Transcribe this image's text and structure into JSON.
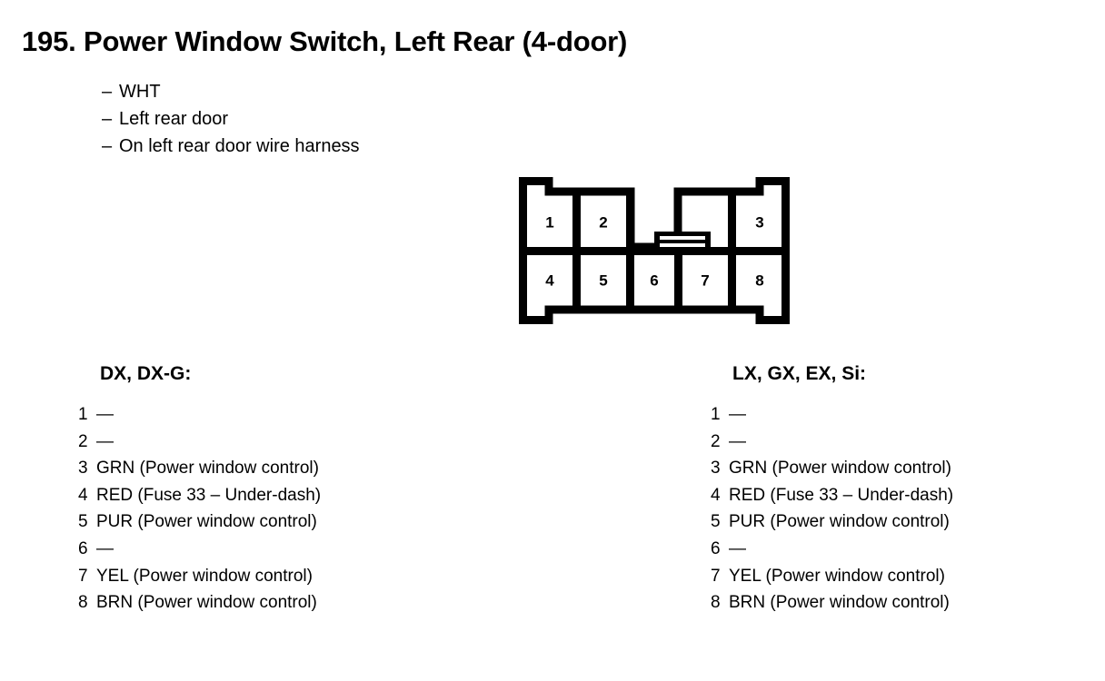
{
  "title": {
    "number": "195.",
    "text": "Power Window Switch, Left Rear (4-door)"
  },
  "subtitles": [
    {
      "dash": "–",
      "text": "WHT"
    },
    {
      "dash": "–",
      "text": "Left rear door"
    },
    {
      "dash": "–",
      "text": "On left rear door wire harness"
    }
  ],
  "connector": {
    "top_row_pins": [
      "1",
      "2",
      "3"
    ],
    "bottom_row_pins": [
      "4",
      "5",
      "6",
      "7",
      "8"
    ],
    "latch_label": "latch-tab",
    "line_color": "#000000",
    "fill_color": "#ffffff"
  },
  "pin_tables": [
    {
      "heading": "DX, DX-G:",
      "rows": [
        {
          "index": "1",
          "desc": "—"
        },
        {
          "index": "2",
          "desc": "—"
        },
        {
          "index": "3",
          "desc": "GRN (Power window control)"
        },
        {
          "index": "4",
          "desc": "RED (Fuse 33 – Under-dash)"
        },
        {
          "index": "5",
          "desc": "PUR (Power window control)"
        },
        {
          "index": "6",
          "desc": "—"
        },
        {
          "index": "7",
          "desc": "YEL (Power window control)"
        },
        {
          "index": "8",
          "desc": "BRN (Power window control)"
        }
      ]
    },
    {
      "heading": "LX, GX, EX, Si:",
      "rows": [
        {
          "index": "1",
          "desc": "—"
        },
        {
          "index": "2",
          "desc": "—"
        },
        {
          "index": "3",
          "desc": "GRN (Power window control)"
        },
        {
          "index": "4",
          "desc": "RED (Fuse 33 – Under-dash)"
        },
        {
          "index": "5",
          "desc": "PUR (Power window control)"
        },
        {
          "index": "6",
          "desc": "—"
        },
        {
          "index": "7",
          "desc": "YEL (Power window control)"
        },
        {
          "index": "8",
          "desc": "BRN (Power window control)"
        }
      ]
    }
  ]
}
